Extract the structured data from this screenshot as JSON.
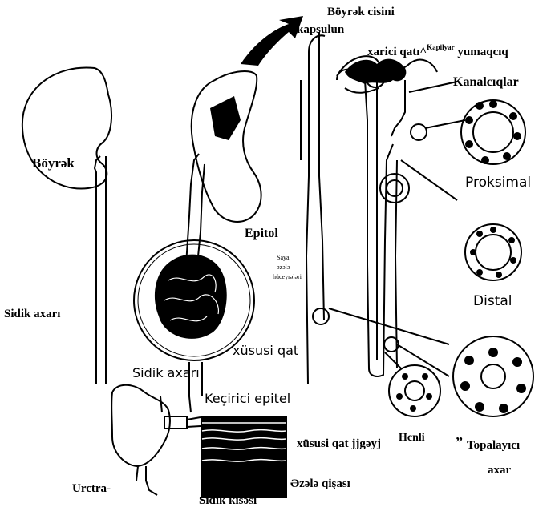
{
  "labels": {
    "renal_capsule_line1": "Böyrək cisini",
    "renal_capsule_line2": "kapsulun",
    "outer_layer": "xarici qatı",
    "caret": "^",
    "capillary": "Kapilyar",
    "glomerulus": "yumaqcıq",
    "tubules": "Kanalcıqlar",
    "kidney": "Böyrək",
    "proximal": "Proksimal",
    "epithelium": "Epitol",
    "smooth_muscle_line1": "Saya",
    "smooth_muscle_line2": "əzələ",
    "smooth_muscle_line3": "hüceyrələri",
    "ureter_left": "Sidik axarı",
    "distal": "Distal",
    "lamina_propria": "xüsusi qat",
    "ureter_center": "Sidik axarı",
    "transitional_epithelium": "Keçirici epitel",
    "lamina_propria_2": "xüsusi qat jjgəyj",
    "henle": "Hcnli",
    "quote_mark": "”",
    "collecting": "Topalayıcı",
    "duct": "axar",
    "muscle_layer": "Əzələ qişası",
    "urethra": "Urctra-",
    "bladder": "Sidik kisəsi"
  }
}
